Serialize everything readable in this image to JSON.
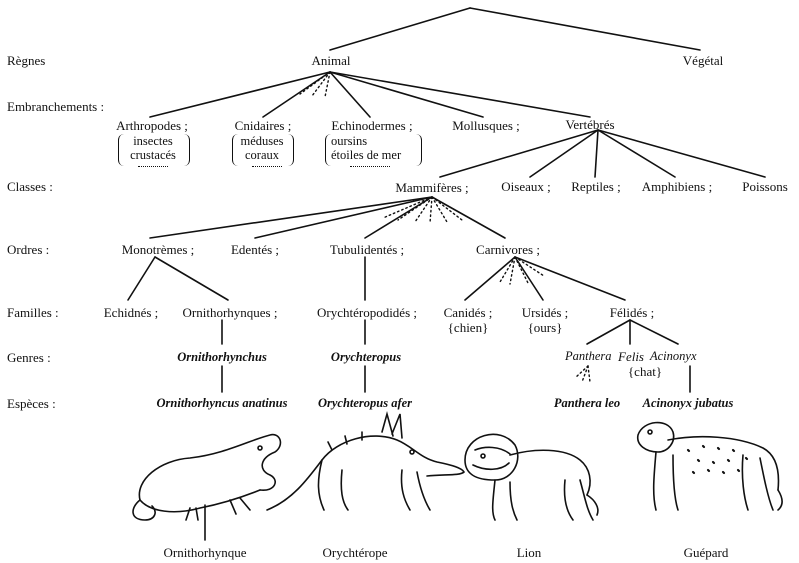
{
  "ranks": {
    "regnes": "Règnes",
    "embranchements": "Embranchements :",
    "classes": "Classes :",
    "ordres": "Ordres :",
    "familles": "Familles :",
    "genres": "Genres :",
    "especes": "Espèces :"
  },
  "regnes": {
    "animal": "Animal",
    "vegetal": "Végétal"
  },
  "embranchements": {
    "arthropodes": "Arthropodes ;",
    "arthropodes_sub": [
      "insectes",
      "crustacés"
    ],
    "cnidaires": "Cnidaires ;",
    "cnidaires_sub": [
      "méduses",
      "coraux"
    ],
    "echinodermes": "Echinodermes ;",
    "echinodermes_sub": [
      "oursins",
      "étoiles de mer"
    ],
    "mollusques": "Mollusques ;",
    "vertebres": "Vertébrés"
  },
  "classes": {
    "mammiferes": "Mammifères ;",
    "oiseaux": "Oiseaux ;",
    "reptiles": "Reptiles ;",
    "amphibiens": "Amphibiens ;",
    "poissons": "Poissons"
  },
  "ordres": {
    "monotremes": "Monotrèmes ;",
    "edentes": "Edentés ;",
    "tubulidentes": "Tubulidentés ;",
    "carnivores": "Carnivores ;"
  },
  "familles": {
    "echidnes": "Echidnés ;",
    "ornithorhynques": "Ornithorhynques ;",
    "orycteropodides": "Orychtéropodidés ;",
    "canides": "Canidés ;",
    "canides_sub": "{chien}",
    "ursides": "Ursidés ;",
    "ursides_sub": "{ours}",
    "felides": "Félidés ;"
  },
  "genres": {
    "ornithorhynchus": "Ornithorhynchus",
    "orycteropus": "Orychteropus",
    "panthera": "Panthera",
    "felis": "Felis",
    "felis_sub": "{chat}",
    "acinonyx": "Acinonyx"
  },
  "especes": {
    "ornithorhyncus_anatinus": "Ornithorhyncus anatinus",
    "orycteropus_afer": "Orychteropus afer",
    "panthera_leo": "Panthera leo",
    "acinonyx_jubatus": "Acinonyx jubatus"
  },
  "animals": {
    "ornithorhynque": "Ornithorhynque",
    "orycterope": "Orychtérope",
    "lion": "Lion",
    "guepard": "Guépard"
  }
}
